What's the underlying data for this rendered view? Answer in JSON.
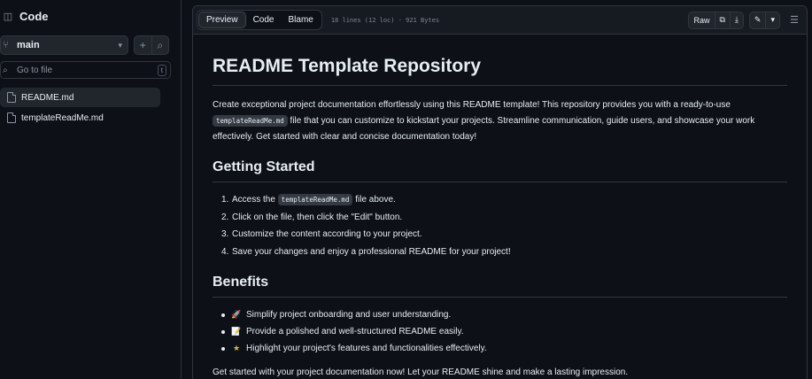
{
  "sidebar": {
    "title": "Code",
    "branch": "main",
    "goto_placeholder": "Go to file",
    "goto_kbd": "t",
    "files": [
      {
        "name": "README.md",
        "active": true
      },
      {
        "name": "templateReadMe.md",
        "active": false
      }
    ]
  },
  "toolbar": {
    "tabs": [
      "Preview",
      "Code",
      "Blame"
    ],
    "file_info": "18 lines (12 loc) · 921 Bytes",
    "raw_label": "Raw"
  },
  "readme": {
    "h1": "README Template Repository",
    "intro_before": "Create exceptional project documentation effortlessly using this README template! This repository provides you with a ready-to-use ",
    "intro_code": "templateReadMe.md",
    "intro_after": " file that you can customize to kickstart your projects. Streamline communication, guide users, and showcase your work effectively. Get started with clear and concise documentation today!",
    "getting_started": {
      "heading": "Getting Started",
      "steps": [
        {
          "num": "1.",
          "before": "Access the ",
          "code": "templateReadMe.md",
          "after": " file above."
        },
        {
          "num": "2.",
          "text": "Click on the file, then click the \"Edit\" button."
        },
        {
          "num": "3.",
          "text": "Customize the content according to your project."
        },
        {
          "num": "4.",
          "text": "Save your changes and enjoy a professional README for your project!"
        }
      ]
    },
    "benefits": {
      "heading": "Benefits",
      "items": [
        {
          "emoji": "🚀",
          "text": "Simplify project onboarding and user understanding."
        },
        {
          "emoji": "📝",
          "text": "Provide a polished and well-structured README easily."
        },
        {
          "emoji": "★",
          "text": "Highlight your project's features and functionalities effectively."
        }
      ]
    },
    "closing": "Get started with your project documentation now! Let your README shine and make a lasting impression."
  }
}
